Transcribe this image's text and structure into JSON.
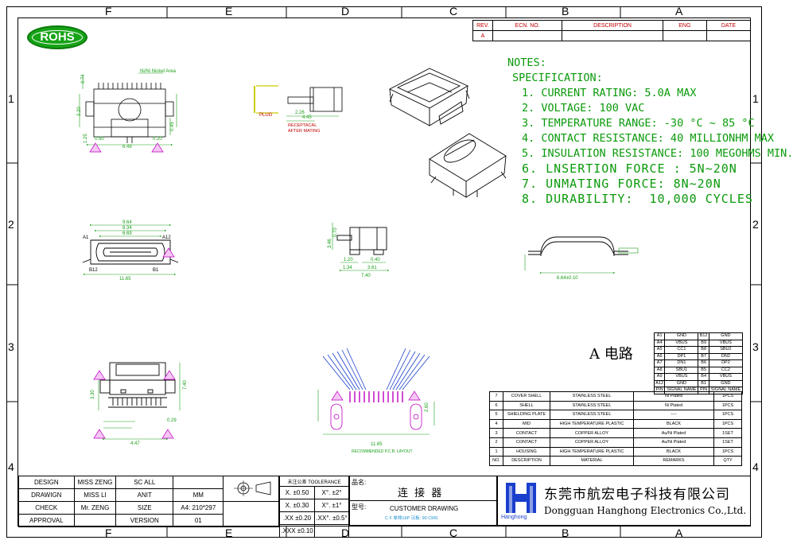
{
  "zones": {
    "columns": [
      "F",
      "E",
      "D",
      "C",
      "B",
      "A"
    ],
    "rows": [
      "1",
      "2",
      "3",
      "4"
    ]
  },
  "logo": {
    "text": "ROHS"
  },
  "revision_table": {
    "headers": [
      "REV.",
      "ECN. NO.",
      "DESCRIPTION",
      "ENG",
      "DATE"
    ],
    "row": [
      "A",
      "",
      "",
      "",
      ""
    ]
  },
  "notes": {
    "title": "NOTES:",
    "subtitle": "SPECIFICATION:",
    "items": [
      "1. CURRENT RATING: 5.0A MAX",
      "2. VOLTAGE: 100 VAC",
      "3. TEMPERATURE RANGE: -30 °C ~ 85 °C",
      "4. CONTACT RESISTANCE: 40 MILLIONHM MAX",
      "5. INSULATION RESISTANCE: 100 MEGOHMS MIN.",
      "6. LNSERTION FORCE : 5N~20N",
      "7. UNMATING FORCE: 8N~20N",
      "8. DURABILITY:  10,000 CYCLES"
    ]
  },
  "drawing_labels": {
    "plug": "PLUG",
    "receptacle": "RECEPTACAL",
    "after_mating": "AFTER MATING",
    "nickel_area": "Ni/Ni Nickel Area",
    "pcb_layout": "RECOMMENDED P.C.B. LAYOUT",
    "circuit_a": "A 电路",
    "pin_a1": "A1",
    "pin_a12": "A12",
    "pin_b12": "B12",
    "pin_b1": "B1",
    "dims": {
      "d074": "0.74",
      "d220": "2.20",
      "d045": "0.45",
      "d125": "1.25",
      "d050": "0.50",
      "d649": "6.49",
      "d020": "0.20",
      "d445": "4.45",
      "d226": "2.26",
      "d964": "9.64",
      "d834": "8.34",
      "d669": "6.69",
      "d1165": "11.65",
      "d070": "0.70",
      "d346": "3.46",
      "d120": "1.20",
      "d040": "0.40",
      "d134": "1.34",
      "d361": "3.61",
      "d740": "7.40",
      "d664": "6.64±0.10",
      "d330": "3.30",
      "d029": "0.29",
      "d447": "4.47",
      "d1165b": "11.65",
      "d260": "2.60"
    }
  },
  "pin_table": {
    "rows": [
      [
        "A1",
        "GND",
        "B12",
        "GND"
      ],
      [
        "A4",
        "VBUS",
        "B9",
        "VBUS"
      ],
      [
        "A5",
        "CC1",
        "B8",
        "SBU2"
      ],
      [
        "A6",
        "DP1",
        "B7",
        "DN2"
      ],
      [
        "A7",
        "DN1",
        "B6",
        "DP2"
      ],
      [
        "A8",
        "SBU1",
        "B5",
        "CC2"
      ],
      [
        "A9",
        "VBUS",
        "B4",
        "VBUS"
      ],
      [
        "A12",
        "GND",
        "B1",
        "GND"
      ]
    ],
    "footer": [
      "PIN",
      "SIGNAL NAME",
      "PIN",
      "SIGNAL NAME"
    ]
  },
  "bom": {
    "rows": [
      [
        "7",
        "COVER SHELL",
        "STAINLESS STEEL",
        "Ni Plated",
        "1PCS"
      ],
      [
        "6",
        "SHELL",
        "STAINLESS STEEL",
        "Ni Plated",
        "1PCS"
      ],
      [
        "5",
        "SHIELDING PLATE",
        "STAINLESS STEEL",
        "----",
        "1PCS"
      ],
      [
        "4",
        "MID",
        "HIGH TEMPERATURE PLASTIC",
        "BLACK",
        "1PCS"
      ],
      [
        "3",
        "CONTACT",
        "COPPER ALLOY",
        "Au/Ni Plated",
        "1SET"
      ],
      [
        "2",
        "CONTACT",
        "COPPER ALLOY",
        "Au/Ni Plated",
        "1SET"
      ],
      [
        "1",
        "HOUSING",
        "HIGH TEMPERATURE PLASTIC",
        "BLACK",
        "1PCS"
      ]
    ],
    "headers": [
      "NO.",
      "DESCRIPTION",
      "MATERIAL",
      "REMARKS",
      "QTY"
    ]
  },
  "title_block": {
    "design_label": "DESIGN",
    "design_name": "MISS ZENG",
    "drawing_label": "DRAWIGN",
    "drawing_name": "MISS LI",
    "check_label": "CHECK",
    "check_name": "Mr. ZENG",
    "approval_label": "APPROVAL",
    "scale_label": "SC ALL",
    "unit_label": "ANIT",
    "unit_value": "MM",
    "size_label": "SIZE",
    "size_value": "A4: 210*297",
    "version_label": "VERSION",
    "version_value": "01",
    "tolerance_title": "未注公差 TOOLERANCE",
    "tol": [
      [
        "X. ±0.50",
        "X°. ±2°"
      ],
      [
        "X. ±0.30",
        "X°. ±1°"
      ],
      [
        ".XX ±0.20",
        ".XX°. ±0.5°"
      ],
      [
        ".XXX ±0.10",
        ""
      ]
    ],
    "product_name_label": "品名:",
    "product_name": "连 接 器",
    "model_label": "型号:",
    "model_name": "CUSTOMER DRAWING",
    "model_sub": "C F 单排16P 沉板: 90 CMS",
    "company_cn": "东莞市航宏电子科技有限公司",
    "company_en": "Dongguan Hanghong Electronics Co.,Ltd.",
    "logo_text": "Hanghong"
  },
  "colors": {
    "green": "#0a9a0a",
    "magenta": "#c000c0",
    "red": "#c00000",
    "blue": "#1a3fcc"
  }
}
